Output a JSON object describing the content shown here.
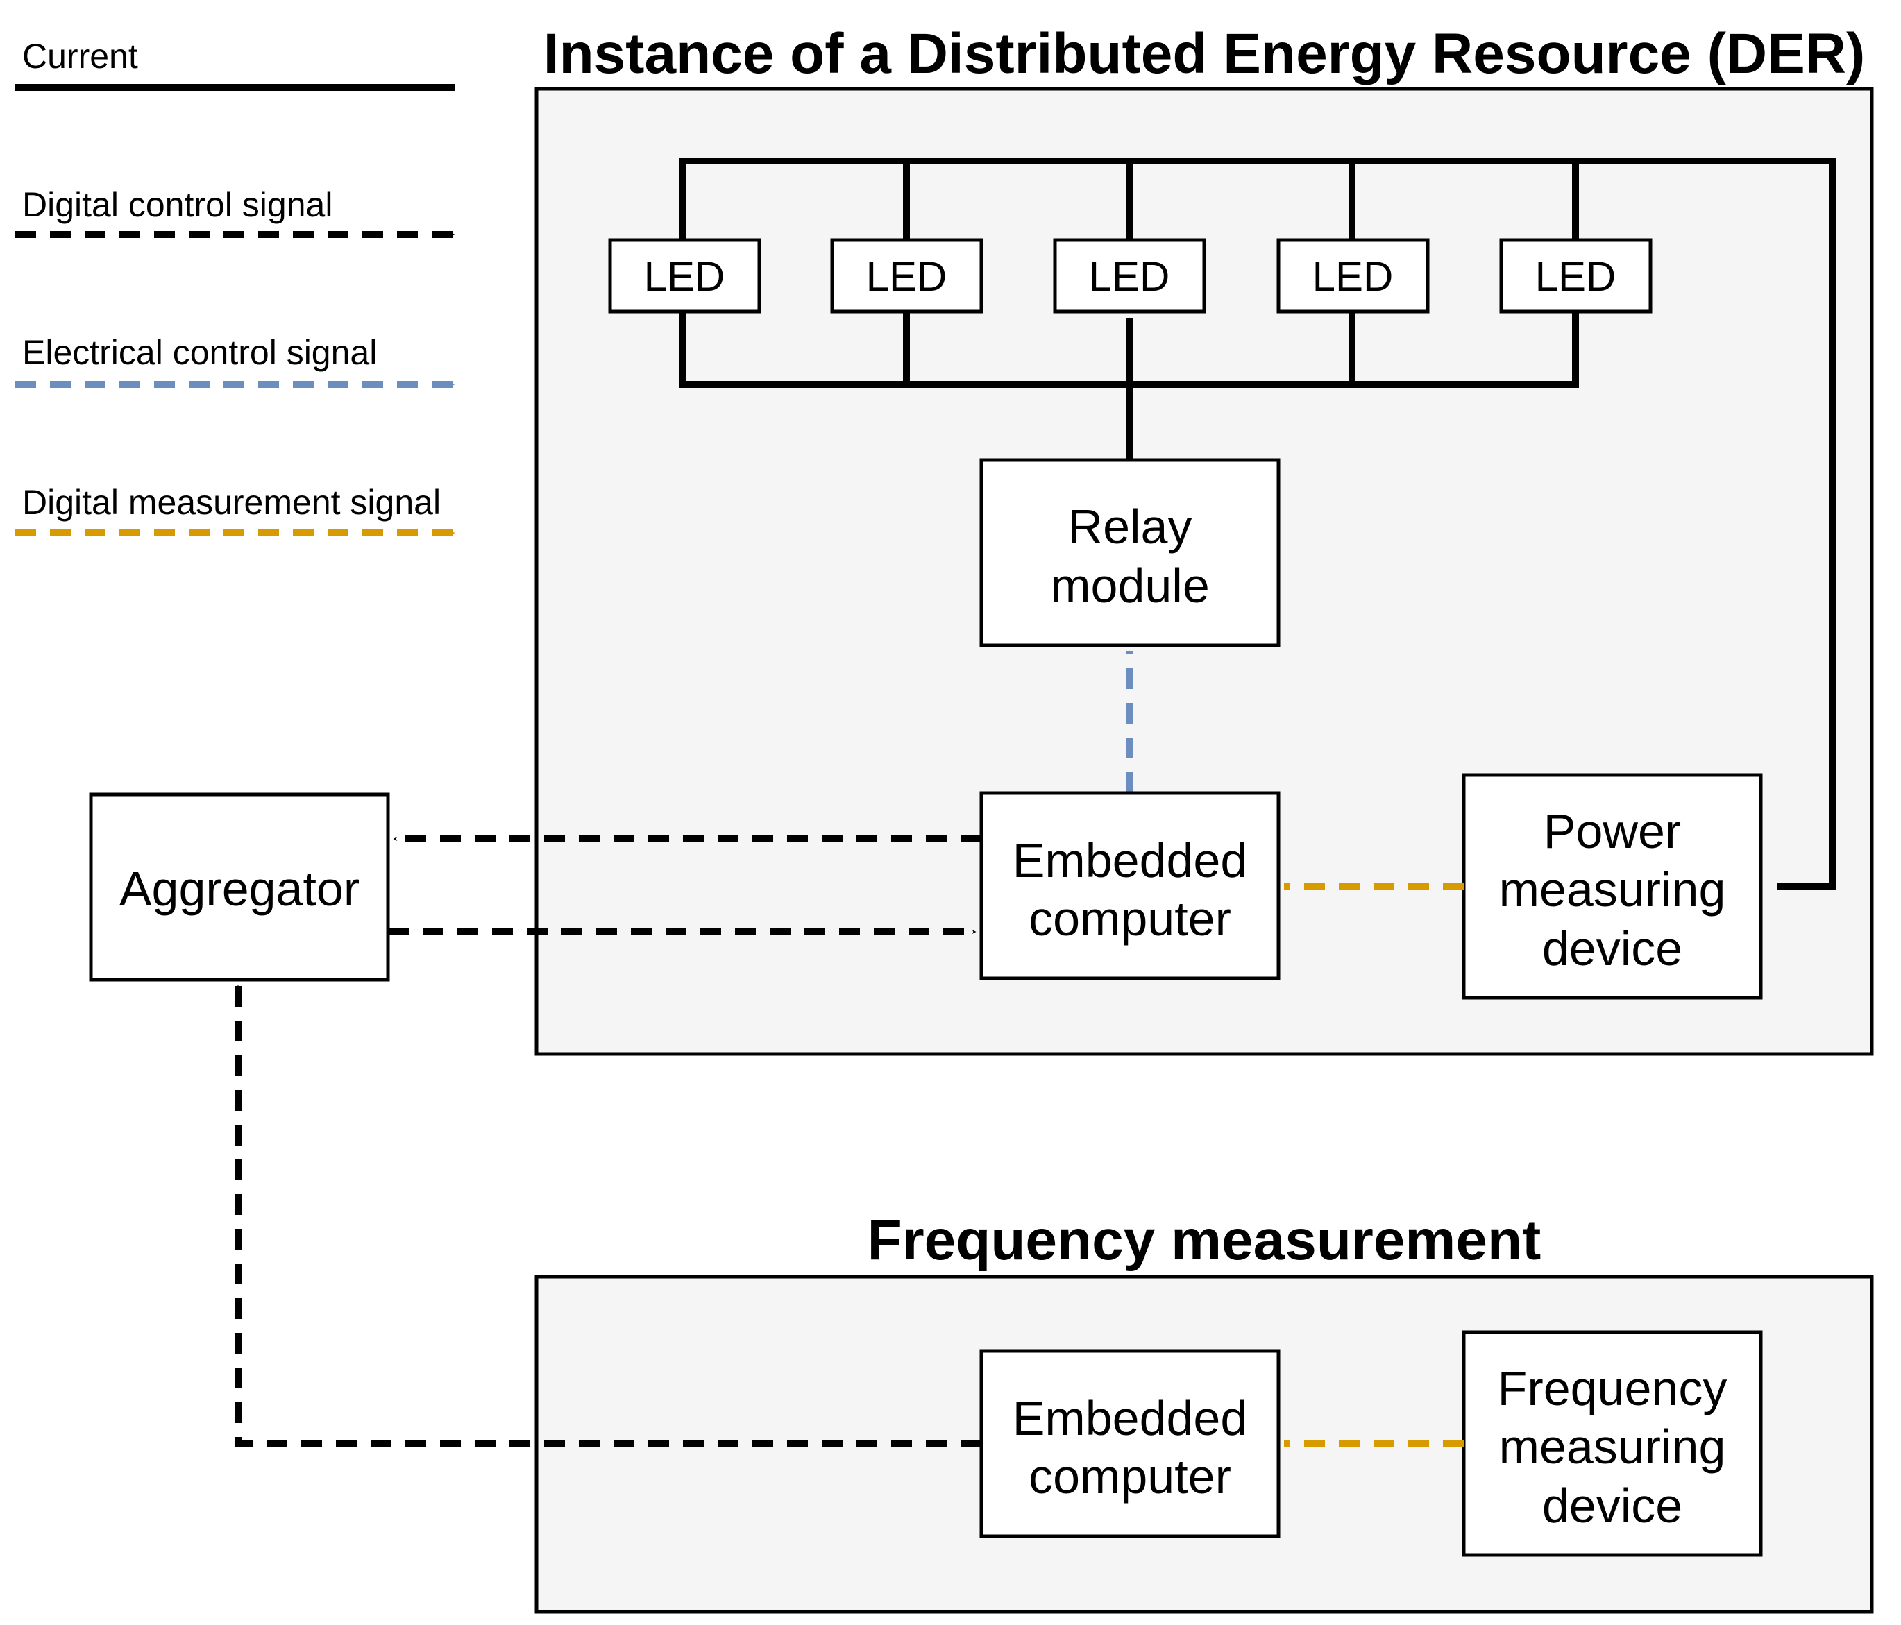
{
  "legend": {
    "current": "Current",
    "digital_control": "Digital control signal",
    "electrical_control": "Electrical control signal",
    "digital_measurement": "Digital measurement signal"
  },
  "colors": {
    "current": "#000000",
    "digital_control": "#000000",
    "electrical_control": "#6C8EBF",
    "digital_measurement": "#D79B00",
    "group_fill": "#F5F5F5"
  },
  "der": {
    "title": "Instance of a Distributed Energy Resource (DER)",
    "leds": [
      "LED",
      "LED",
      "LED",
      "LED",
      "LED"
    ],
    "relay": [
      "Relay",
      "module"
    ],
    "embedded": [
      "Embedded",
      "computer"
    ],
    "power_device": [
      "Power",
      "measuring",
      "device"
    ]
  },
  "aggregator": "Aggregator",
  "freq": {
    "title": "Frequency measurement",
    "embedded": [
      "Embedded",
      "computer"
    ],
    "freq_device": [
      "Frequency",
      "measuring",
      "device"
    ]
  }
}
